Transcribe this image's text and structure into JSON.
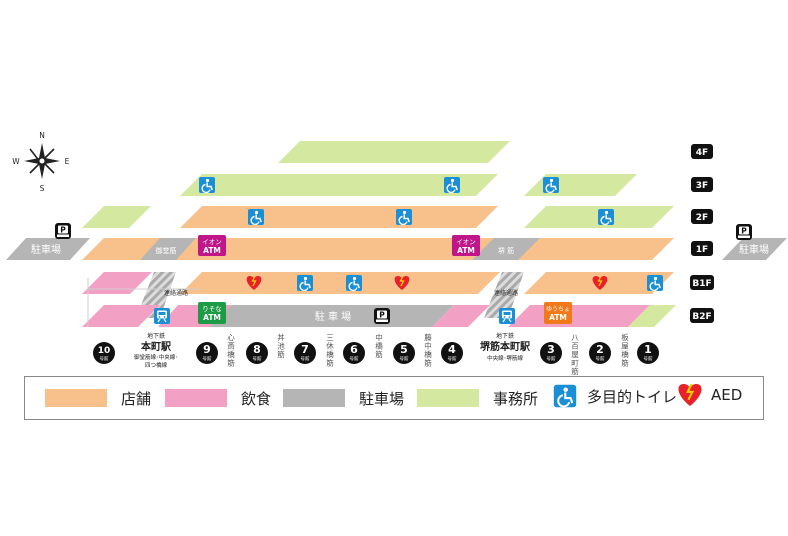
{
  "colors": {
    "store": "#f8c08b",
    "food": "#f2a0c4",
    "parking": "#b5b5b5",
    "office": "#d4e8a0",
    "wheel": "#1a8fd6",
    "aed": "#e8202a",
    "atm_aeon": "#c0168a",
    "atm_resona": "#1d9b47",
    "atm_yucho": "#f07a1a",
    "dark": "#111111"
  },
  "compass": {
    "n": "N",
    "s": "S",
    "e": "E",
    "w": "W"
  },
  "floors": [
    "4F",
    "3F",
    "2F",
    "1F",
    "B1F",
    "B2F"
  ],
  "parking_left": "駐車場",
  "parking_right": "駐車場",
  "b2_parking": "駐 車 場",
  "passages": {
    "midosuji": "御堂筋",
    "sakaisuji": "堺 筋",
    "renraku_left": "連絡通路",
    "renraku_right": "連絡通路"
  },
  "atm": {
    "aeon_top": "イオン",
    "aeon_bottom": "ATM",
    "resona_top": "りそな",
    "resona_bottom": "ATM",
    "yucho_top": "ゆうちょ",
    "yucho_bottom": "ATM"
  },
  "stations": {
    "honmachi": {
      "line1": "地下鉄",
      "line2": "本町駅",
      "line3": "御堂筋線･中央線･",
      "line4": "四つ橋線"
    },
    "sakaisuji": {
      "line1": "地下鉄",
      "line2": "堺筋本町駅",
      "line3": "中央線･堺筋線"
    }
  },
  "buildings": [
    {
      "num": "10",
      "suffix": "号館"
    },
    {
      "num": "9",
      "suffix": "号館"
    },
    {
      "num": "8",
      "suffix": "号館"
    },
    {
      "num": "7",
      "suffix": "号館"
    },
    {
      "num": "6",
      "suffix": "号館"
    },
    {
      "num": "5",
      "suffix": "号館"
    },
    {
      "num": "4",
      "suffix": "号館"
    },
    {
      "num": "3",
      "suffix": "号館"
    },
    {
      "num": "2",
      "suffix": "号館"
    },
    {
      "num": "1",
      "suffix": "号館"
    }
  ],
  "streets": [
    "心斎橋筋",
    "丼池筋",
    "三休橋筋",
    "中橋筋",
    "藤中橋筋",
    "八百屋町筋",
    "板屋橋筋"
  ],
  "legend": {
    "store": "店舗",
    "food": "飲食",
    "parking": "駐車場",
    "office": "事務所",
    "toilet": "多目的トイレ",
    "aed": "AED"
  },
  "aed_mark": "AED"
}
